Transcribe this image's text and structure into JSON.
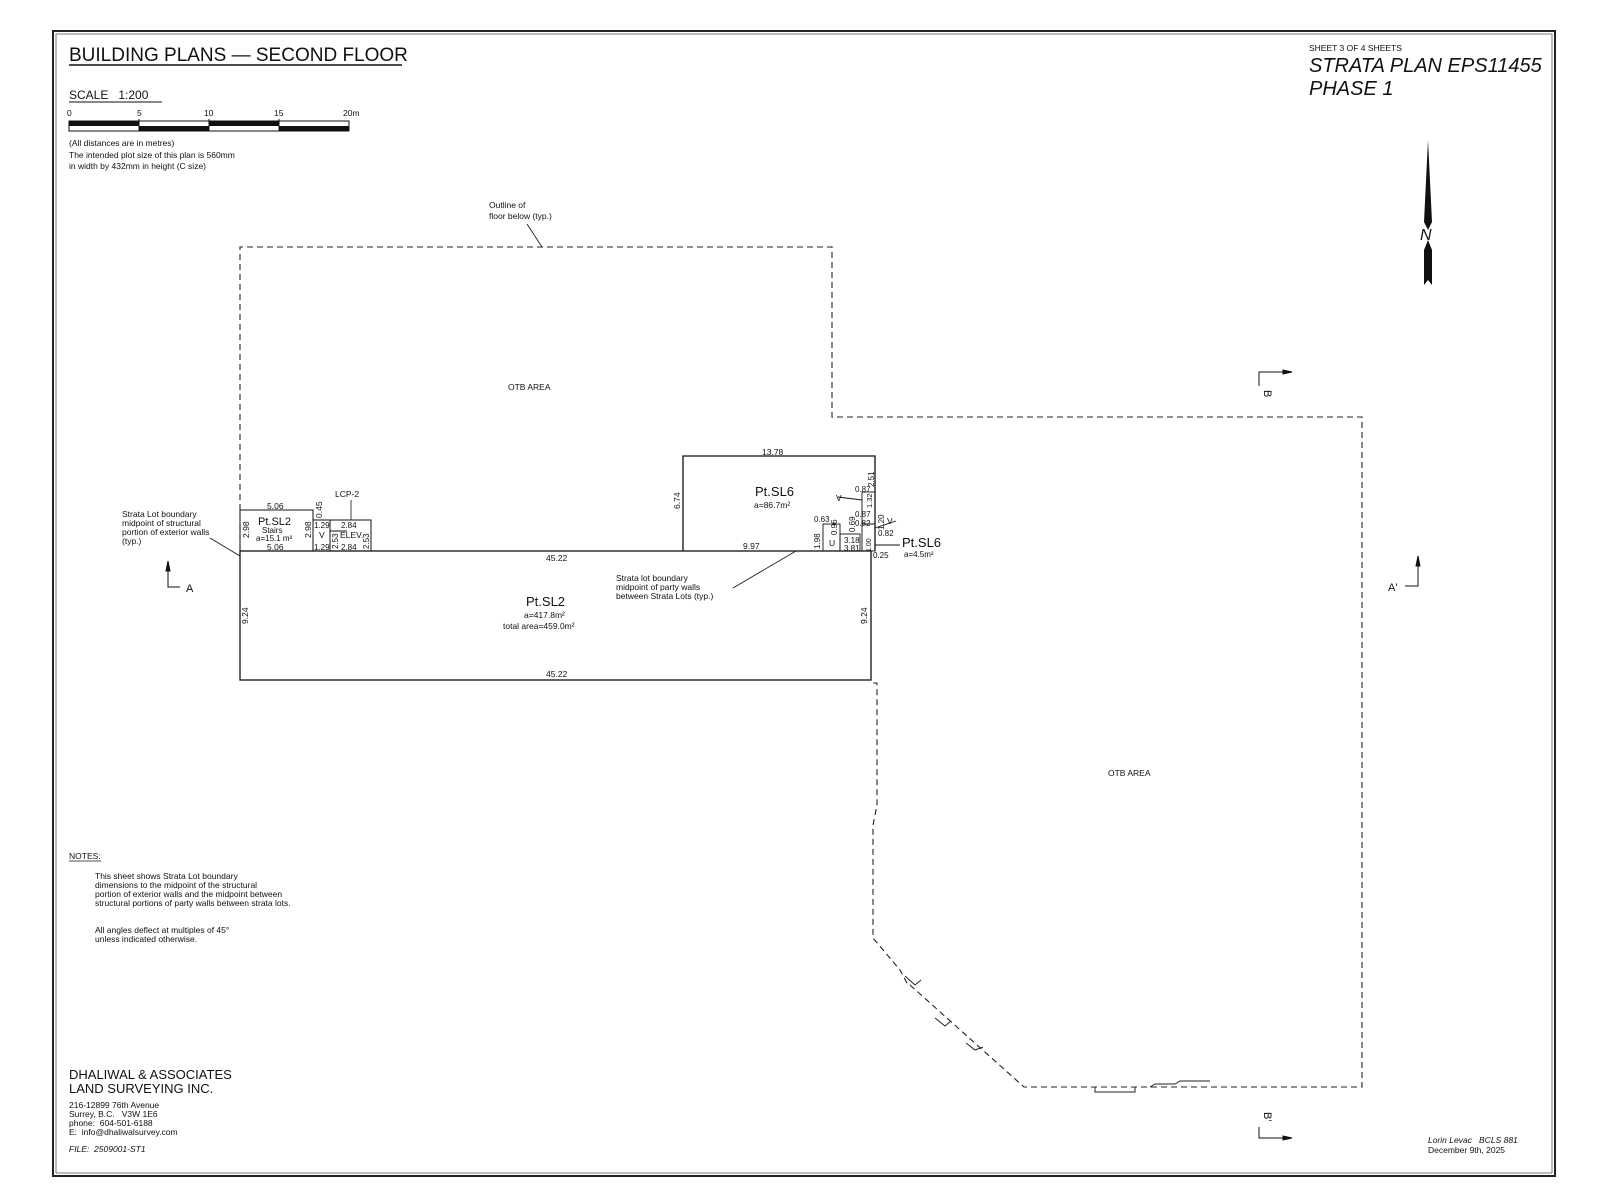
{
  "header": {
    "title": "BUILDING PLANS — SECOND FLOOR",
    "sheet_number": "SHEET 3 OF 4 SHEETS",
    "plan_name": "STRATA PLAN EPS11455",
    "phase": "PHASE 1"
  },
  "scale": {
    "label": "SCALE   1:200",
    "ticks": [
      "0",
      "5",
      "10",
      "15",
      "20m"
    ],
    "note1": "(All distances are in metres)",
    "note2": "The intended plot size of this plan is 560mm",
    "note3": "in width by 432mm in height (C size)"
  },
  "north_arrow": {
    "letter": "N"
  },
  "annotations": {
    "outline_line1": "Outline of",
    "outline_line2": "floor below (typ.)",
    "otb_area": "OTB AREA",
    "boundary_ext_line1": "Strata Lot boundary",
    "boundary_ext_line2": "midpoint of structural",
    "boundary_ext_line3": "portion of exterior walls",
    "boundary_ext_line4": "(typ.)",
    "boundary_party_line1": "Strata lot boundary",
    "boundary_party_line2": "midpoint of party walls",
    "boundary_party_line3": "between Strata Lots (typ.)"
  },
  "section_marks": {
    "a": "A",
    "a_prime": "A'",
    "b": "B",
    "b_prime": "B'"
  },
  "lots": {
    "sl2_main": {
      "name": "Pt.SL2",
      "area": "a=417.8m²",
      "total": "total area=459.0m²"
    },
    "sl2_stairs": {
      "name": "Pt.SL2",
      "sub": "Stairs",
      "area": "a=15.1 m²"
    },
    "sl6_main": {
      "name": "Pt.SL6",
      "area": "a=86.7m²"
    },
    "sl6_small": {
      "name": "Pt.SL6",
      "area": "a=4.5m²"
    },
    "lcp": "LCP-2",
    "elev": "ELEV.",
    "v": "V",
    "u": "U"
  },
  "dimensions": {
    "d_45_22": "45.22",
    "d_9_24": "9.24",
    "d_13_78": "13.78",
    "d_6_74": "6.74",
    "d_9_97": "9.97",
    "d_5_06": "5.06",
    "d_2_98": "2.98",
    "d_0_45": "0.45",
    "d_1_29": "1.29",
    "d_2_84": "2.84",
    "d_2_53": "2.53",
    "d_2_51": "2.51",
    "d_0_87": "0.87",
    "d_1_32": "1.32",
    "d_1_20": "1.20",
    "d_0_82": "0.82",
    "d_0_63": "0.63",
    "d_1_98": "1.98",
    "d_0_96": "0.96",
    "d_0_69": "0.69",
    "d_3_18": "3.18",
    "d_3_81": "3.81",
    "d_1_00": "1.00",
    "d_0_25": "0.25"
  },
  "notes": {
    "heading": "NOTES:",
    "p1_l1": "This sheet shows Strata Lot boundary",
    "p1_l2": "dimensions to the midpoint of the structural",
    "p1_l3": "portion of exterior walls and the midpoint between",
    "p1_l4": "structural portions of party walls between strata lots.",
    "p2_l1": "All angles deflect at multiples of 45°",
    "p2_l2": "unless indicated otherwise."
  },
  "firm": {
    "name1": "DHALIWAL & ASSOCIATES",
    "name2": "LAND SURVEYING INC.",
    "addr1": "216-12899 76th Avenue",
    "addr2": "Surrey, B.C.   V3W 1E6",
    "phone": "phone:  604-501-6188",
    "email": "E:  info@dhaliwalsurvey.com",
    "file": "FILE:  2509001-ST1"
  },
  "signature": {
    "name": "Lorin Levac   BCLS 881",
    "date": "December 9th, 2025"
  }
}
